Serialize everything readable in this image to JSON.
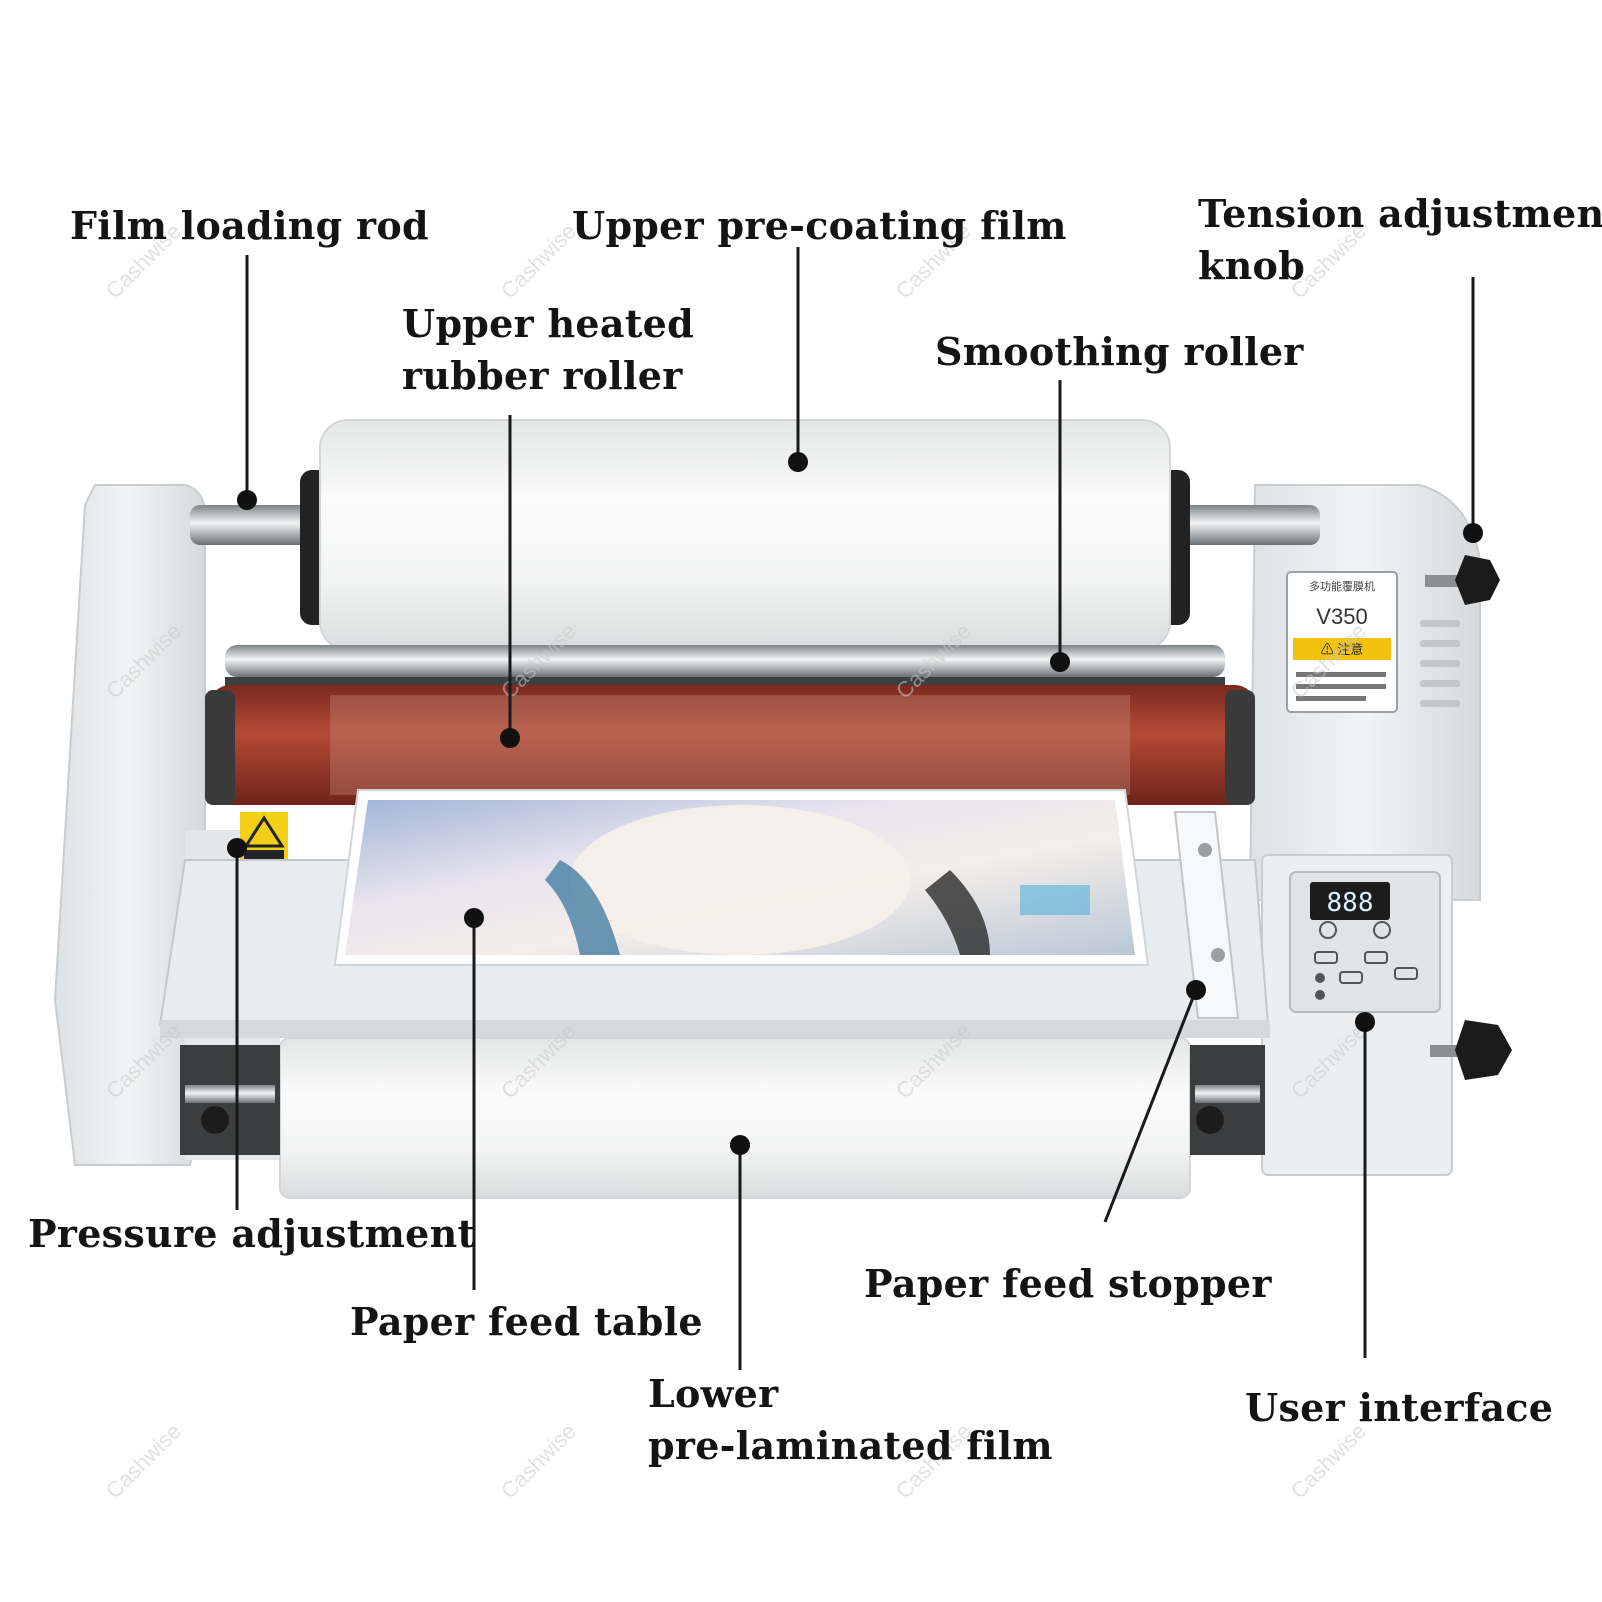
{
  "labels": {
    "film_loading_rod": "Film loading rod",
    "upper_precoating_film": "Upper pre-coating film",
    "tension_knob": {
      "line1": "Tension adjustment",
      "line2": "knob"
    },
    "upper_heated_roller": {
      "line1": "Upper heated",
      "line2": "rubber roller"
    },
    "smoothing_roller": "Smoothing roller",
    "pressure_adjustment": "Pressure adjustment",
    "paper_feed_table": "Paper feed table",
    "lower_film": {
      "line1": "Lower",
      "line2": "pre-laminated film"
    },
    "paper_feed_stopper": "Paper feed stopper",
    "user_interface": "User interface"
  },
  "machine": {
    "model": "V350",
    "display": "888"
  },
  "watermark": "Cashwise",
  "colors": {
    "label_text": "#141414",
    "leader_line": "#1a1a1a",
    "roller_red": "#9e3a2a",
    "body_white": "#eef0f1"
  }
}
